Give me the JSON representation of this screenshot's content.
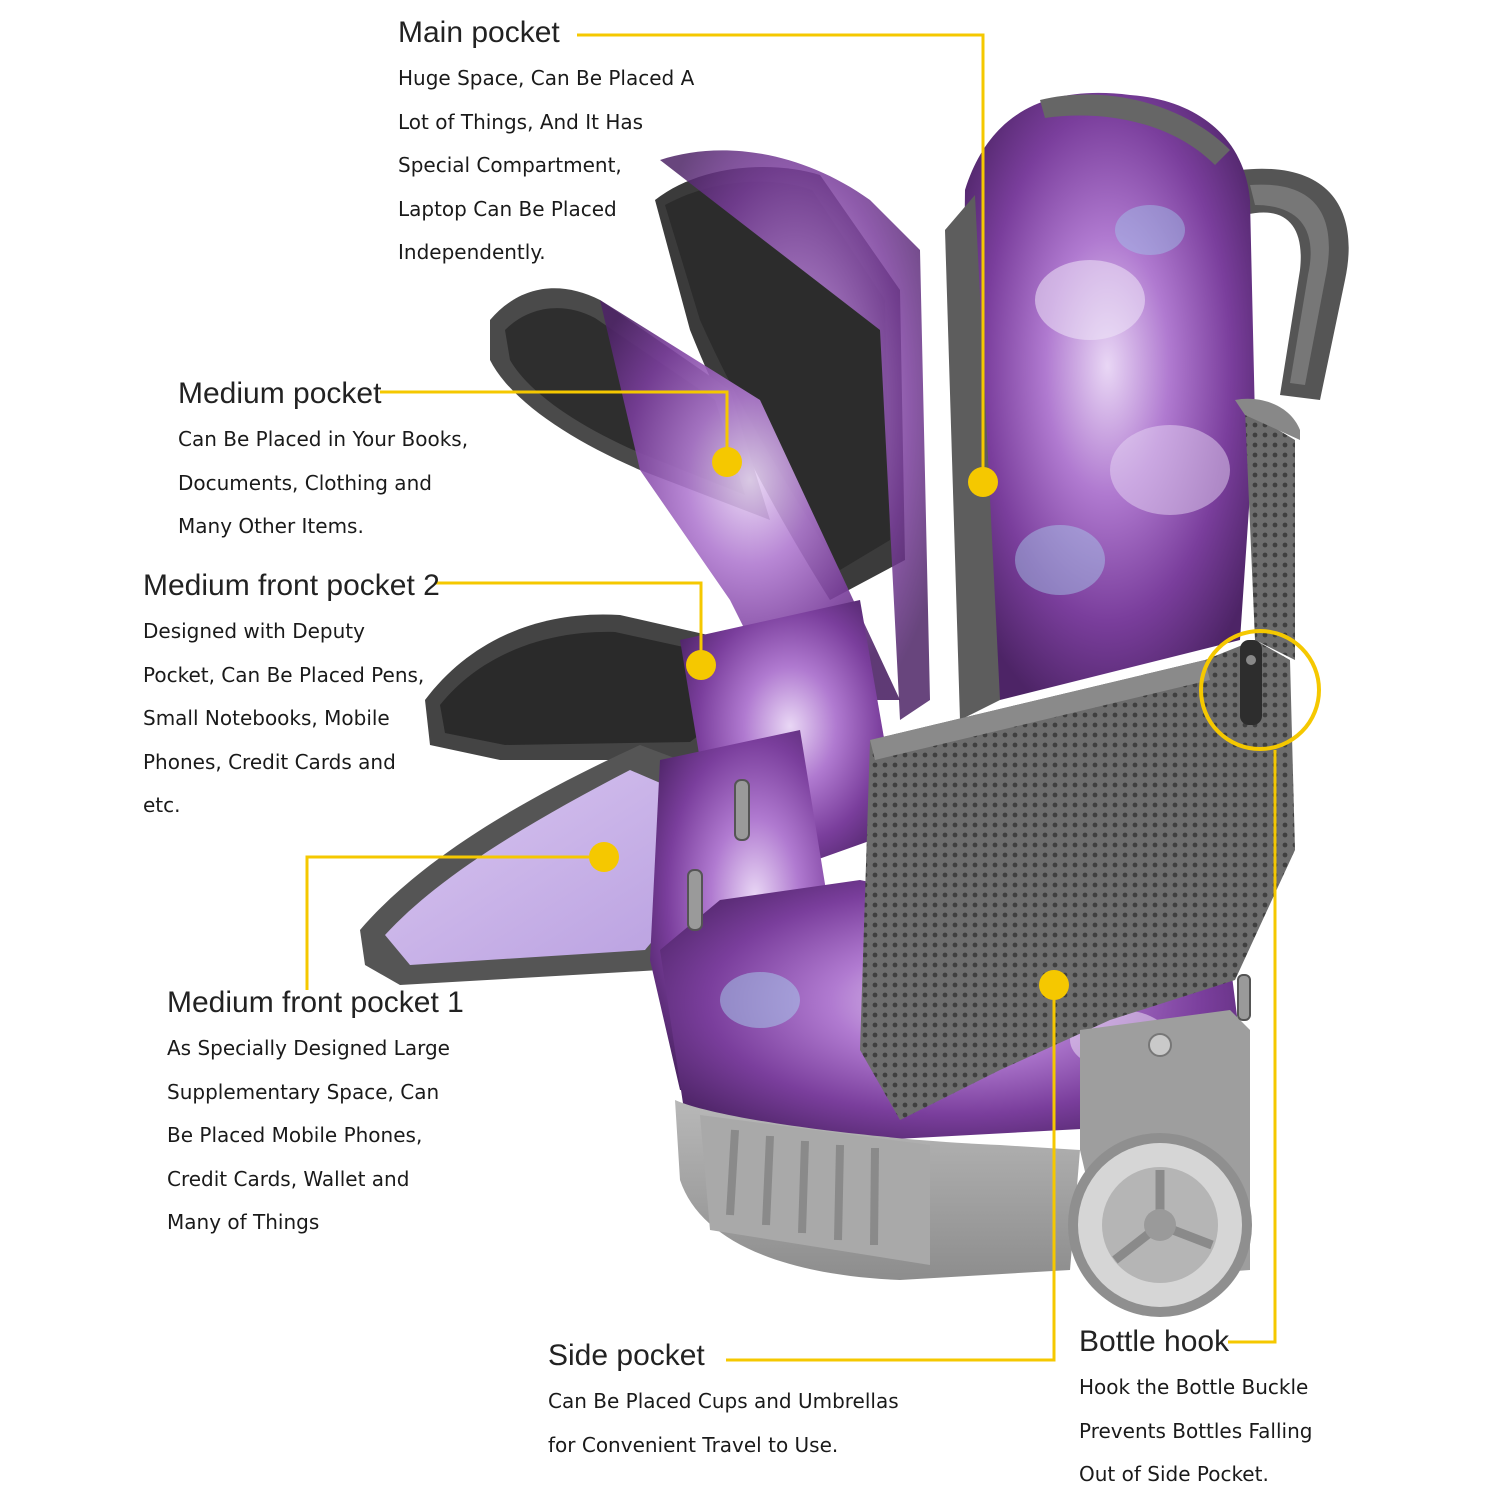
{
  "accent_color": "#f5c800",
  "callouts": {
    "main_pocket": {
      "title": "Main pocket",
      "lines": [
        "Huge Space, Can Be Placed A",
        "Lot of Things, And It Has",
        "Special Compartment,",
        "Laptop Can Be Placed",
        "Independently."
      ]
    },
    "medium_pocket": {
      "title": "Medium pocket",
      "lines": [
        "Can Be Placed in Your Books,",
        "Documents, Clothing and",
        "Many Other Items."
      ]
    },
    "medium_front_pocket_2": {
      "title": "Medium front pocket 2",
      "lines": [
        "Designed with Deputy",
        "Pocket, Can Be Placed Pens,",
        "Small Notebooks, Mobile",
        "Phones, Credit Cards and",
        "etc."
      ]
    },
    "medium_front_pocket_1": {
      "title": "Medium front pocket 1",
      "lines": [
        "As Specially Designed Large",
        "Supplementary Space, Can",
        "Be Placed Mobile Phones,",
        "Credit Cards, Wallet and",
        "Many of Things"
      ]
    },
    "side_pocket": {
      "title": "Side pocket",
      "lines": [
        "Can Be Placed Cups and Umbrellas",
        "for Convenient Travel to Use."
      ]
    },
    "bottle_hook": {
      "title": "Bottle hook",
      "lines": [
        "Hook the Bottle Buckle",
        "Prevents Bottles Falling",
        "Out of Side Pocket."
      ]
    }
  }
}
